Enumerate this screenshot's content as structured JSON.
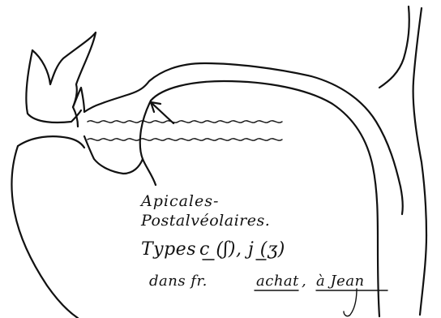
{
  "diagram": {
    "labels": {
      "line1": "Apicales-",
      "line2": "Postalvéolaires.",
      "line3_prefix": "Types",
      "line3_symbols": "c (ʃ), j (ʒ)",
      "line4_prefix": "dans fr.",
      "line4_word1": "achat",
      "line4_sep": ",",
      "line4_word2": "à Jean"
    }
  }
}
